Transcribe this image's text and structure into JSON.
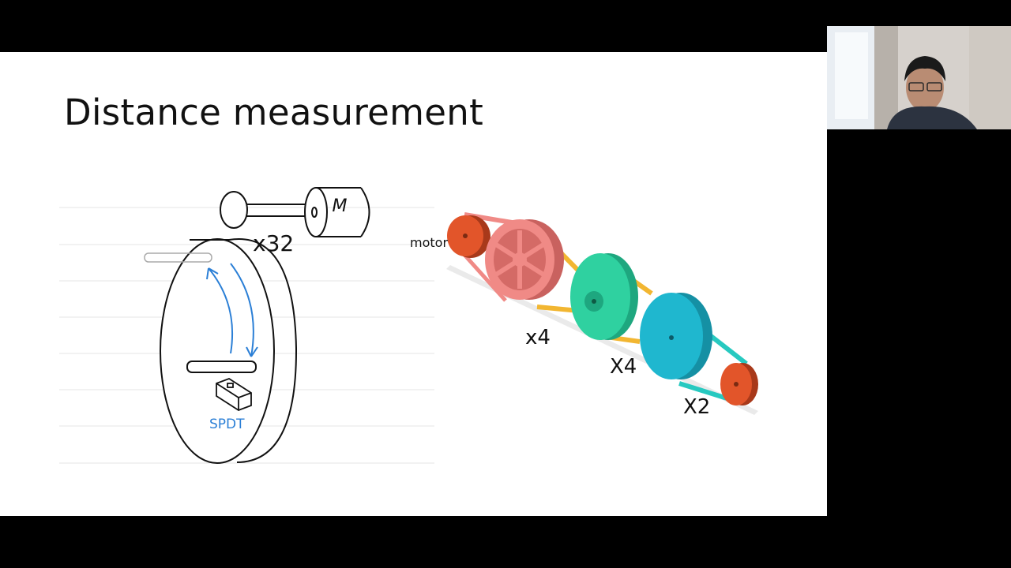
{
  "slide": {
    "title": "Distance measurement",
    "sketch": {
      "motor_letter": "M",
      "gear_ratio_label": "x32",
      "switch_label": "SPDT"
    },
    "pulley_model": {
      "motor_label": "motor",
      "ratio_labels": [
        "x4",
        "X4",
        "X2"
      ]
    }
  },
  "colors": {
    "sketch_ink": "#111111",
    "sketch_blue": "#2b7fd6",
    "pulley_red": "#e2552a",
    "pulley_pink": "#f08a86",
    "pulley_green": "#2fd1a0",
    "pulley_cyan": "#1fb7cf",
    "belt_yellow": "#f2b631",
    "belt_cyan": "#27c9c0"
  },
  "webcam": {
    "content": "presenter-video"
  }
}
